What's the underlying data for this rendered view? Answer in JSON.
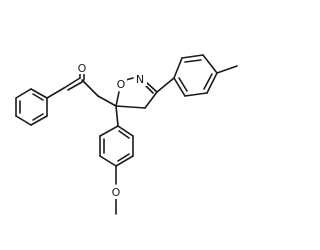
{
  "molecule": {
    "atom_labels": {
      "carbonyl_oxygen": "O",
      "ring_oxygen": "O",
      "ring_nitrogen": "N",
      "ether_oxygen": "O"
    },
    "colors": {
      "bond": "#1a1a1a",
      "label": "#1a1a1a",
      "background": "#ffffff"
    }
  }
}
